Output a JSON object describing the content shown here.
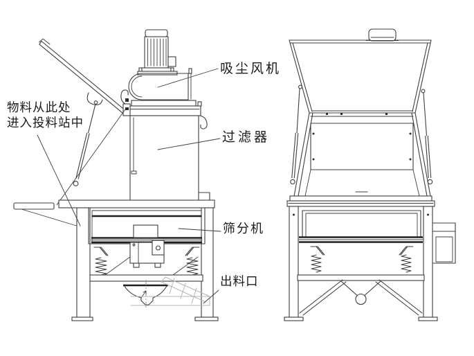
{
  "diagram": {
    "labels": {
      "feed_line1": "物料从此处",
      "feed_line2": "进入投料站中",
      "fan": "吸尘风机",
      "filter": "过滤器",
      "screener": "筛分机",
      "outlet": "出料口"
    },
    "colors": {
      "line": "#3d3d3d",
      "bold_line": "#1f1f1f",
      "chute": "#b5b5b5",
      "text": "#1a1a1a",
      "background": "#ffffff"
    }
  }
}
